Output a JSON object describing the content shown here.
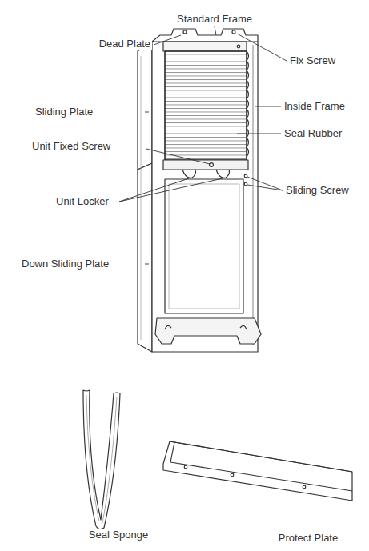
{
  "diagram": {
    "labels": [
      "Standard Frame",
      "Dead Plate",
      "Fix Screw",
      "Sliding Plate",
      "Inside Frame",
      "Seal Rubber",
      "Unit Fixed Screw",
      "Sliding Screw",
      "Unit Locker",
      "Down Sliding Plate",
      "Seal Sponge",
      "Protect Plate"
    ]
  }
}
